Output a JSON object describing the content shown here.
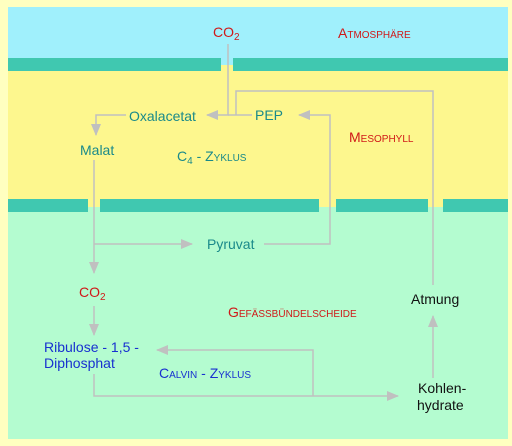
{
  "zones": {
    "atmosphere": "Atmosphäre",
    "mesophyll": "Mesophyll",
    "bundle_sheath": "Gefäßbündelscheide"
  },
  "molecules": {
    "co2_top": {
      "base": "CO",
      "sub": "2"
    },
    "co2_bundle": {
      "base": "CO",
      "sub": "2"
    },
    "oxalacetat": "Oxalacetat",
    "pep": "PEP",
    "malat": "Malat",
    "pyruvat": "Pyruvat",
    "ribulose_line1": "Ribulose - 1,5 -",
    "ribulose_line2": "Diphosphat",
    "atmung": "Atmung",
    "kohlen_line1": "Kohlen-",
    "kohlen_line2": "hydrate"
  },
  "cycles": {
    "c4": {
      "prefix": "C",
      "sub": "4",
      "suffix": " - Zyklus"
    },
    "calvin": "Calvin - Zyklus"
  },
  "colors": {
    "zone_title": "#d01818",
    "mesophyll_molecules": "#1a8a8a",
    "bundle_molecules": "#1830d0",
    "arrow": "#c0c0c0",
    "atmosphere_bg": "#a0f0fc",
    "mesophyll_bg": "#fdf78e",
    "bundle_bg": "#b4fcd0",
    "cell_wall": "#40c8b0"
  }
}
